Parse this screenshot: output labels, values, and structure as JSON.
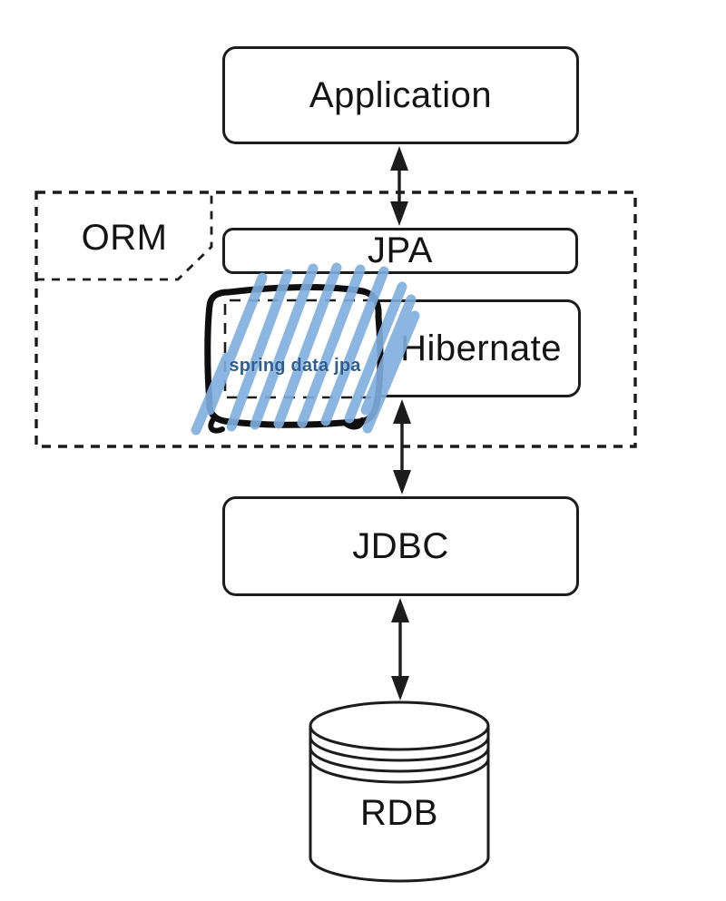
{
  "diagram": {
    "nodes": {
      "application": {
        "label": "Application"
      },
      "orm": {
        "label": "ORM"
      },
      "jpa": {
        "label": "JPA"
      },
      "hibernate": {
        "label": "Hibernate"
      },
      "spring_data_jpa": {
        "label": "spring data jpa"
      },
      "jdbc": {
        "label": "JDBC"
      },
      "rdb": {
        "label": "RDB"
      }
    },
    "groups": {
      "orm_boundary": {
        "label": "ORM",
        "contains": [
          "JPA",
          "Hibernate",
          "spring data jpa"
        ]
      }
    },
    "connections": [
      {
        "from": "Application",
        "to": "JPA",
        "style": "double-arrow"
      },
      {
        "from": "Hibernate",
        "to": "JDBC",
        "style": "double-arrow"
      },
      {
        "from": "JDBC",
        "to": "RDB",
        "style": "double-arrow"
      }
    ],
    "annotation": {
      "text": "spring data jpa",
      "style": "hand-drawn box with blue diagonal hatching",
      "covers": "left part of Hibernate / implementation of JPA"
    },
    "colors": {
      "stroke": "#1c1c1c",
      "background": "#ffffff",
      "highlight_stripe": "#7fafdf",
      "highlight_text": "#2e5e92"
    }
  }
}
